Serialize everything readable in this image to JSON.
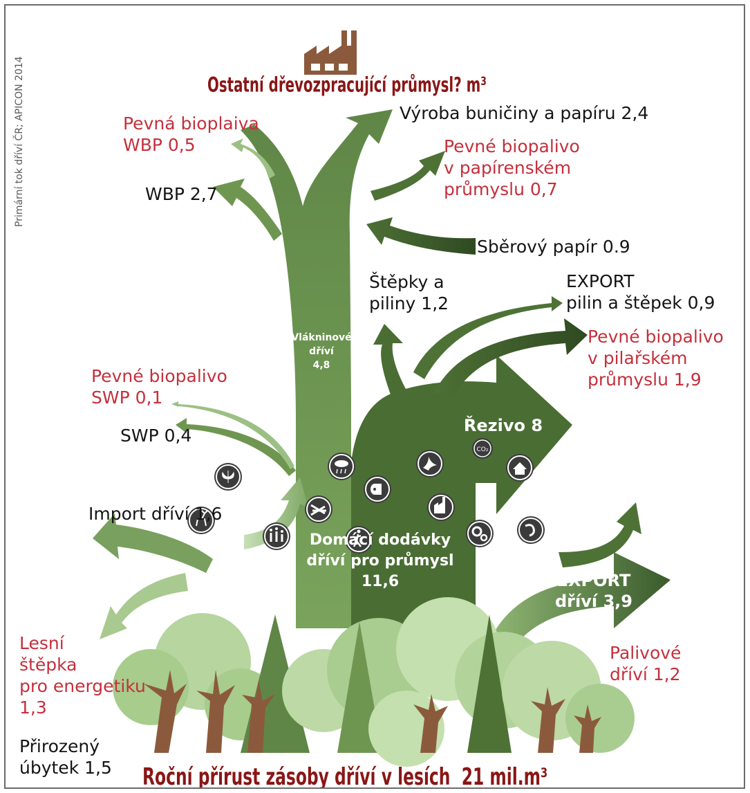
{
  "credit": "Primární tok dříví ČR; APICON 2014",
  "title_top": "Ostatní dřevozpracující průmysl? m³",
  "title_bottom": "Roční přírust zásoby dříví v lesích  21 mil.m³",
  "flows": {
    "pulp": "Výroba buničiny a papíru 2,4",
    "paper_biofuel": "Pevné biopalivo\nv papírenském\nprůmyslu 0,7",
    "wbp_biofuel": "Pevná bioplaiva\nWBP 0,5",
    "wbp": "WBP 2,7",
    "recycled_paper": "Sběrový papír 0.9",
    "chips": "Štěpky a\npiliny 1,2",
    "export_chips": "EXPORT\npilin a štěpek 0,9",
    "sawmill_biofuel": "Pevné biopalivo\nv pilařském\nprůmyslu 1,9",
    "pulpwood": "Vlákninové\ndříví\n4,8",
    "swp_biofuel": "Pevné biopalivo\nSWP 0,1",
    "swp": "SWP 0,4",
    "sawnwood": "Řezivo 8",
    "import": "Import dříví 1,6",
    "domestic": "Domácí dodávky\ndříví pro průmysl\n11,6",
    "export_wood": "EXPORT\ndříví 3,9",
    "forest_chips": "Lesní\nštěpka\npro energetiku\n1,3",
    "fuelwood": "Palivové\ndříví 1,2",
    "natural_loss": "Přirozený\núbytek 1,5"
  },
  "icons": [
    "factory-icon",
    "butterfly-icon",
    "deer-icon",
    "family-icon",
    "rain-cloud-icon",
    "log-pile-icon",
    "toilet-paper-icon",
    "hiker-icon",
    "bird-icon",
    "co2-icon",
    "industry-icon",
    "gears-icon",
    "house-icon",
    "river-icon"
  ],
  "colors": {
    "dark_green": "#3f5f2d",
    "mid_green": "#6f9651",
    "light_green": "#a9c98f",
    "red_text": "#c4303c",
    "title_red": "#8a1616",
    "brown": "#8b5a3c",
    "tree_light": "#b9d6a2"
  }
}
